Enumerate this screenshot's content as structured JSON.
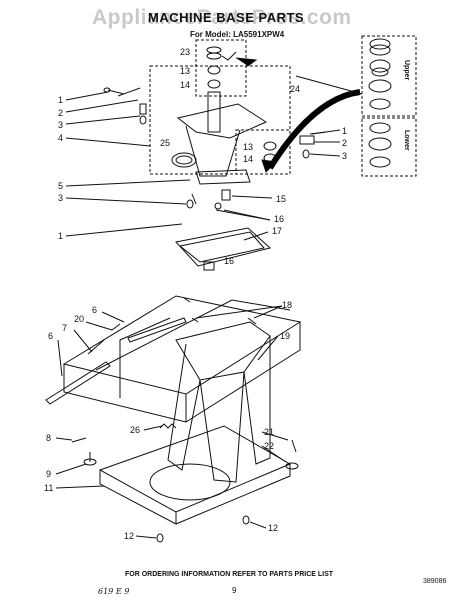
{
  "header": {
    "watermark": "AppliancePartsPros.com",
    "title": "MACHINE BASE PARTS",
    "model": "For Model: LA5591XPW4"
  },
  "callouts": [
    "1",
    "2",
    "3",
    "4",
    "5",
    "3",
    "1",
    "23",
    "13",
    "14",
    "25",
    "13",
    "14",
    "24",
    "1",
    "2",
    "3",
    "15",
    "16",
    "17",
    "16",
    "6",
    "20",
    "7",
    "6",
    "18",
    "19",
    "26",
    "8",
    "9",
    "11",
    "12",
    "21",
    "22",
    "12"
  ],
  "side_kit": {
    "upper_label": "Upper",
    "lower_label": "Lower"
  },
  "footer": {
    "ordering_note": "FOR ORDERING INFORMATION REFER TO PARTS PRICE LIST",
    "page_number": "9",
    "doc_number": "389086",
    "handwritten": "619 E 9"
  }
}
